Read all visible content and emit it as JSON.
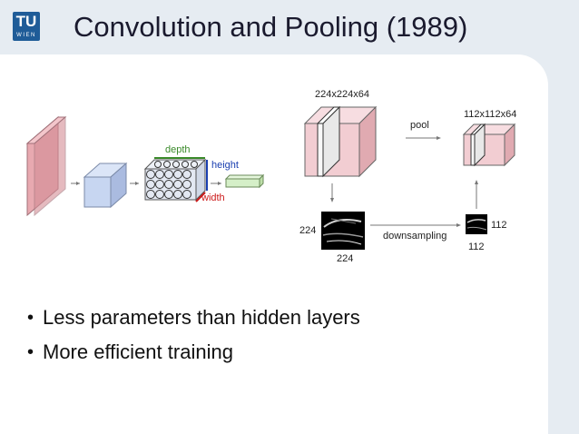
{
  "logo": {
    "top": "TU",
    "bottom": "WIEN"
  },
  "title": "Convolution and Pooling (1989)",
  "figure_left": {
    "depth_label": "depth",
    "height_label": "height",
    "width_label": "width"
  },
  "figure_right": {
    "input_size_label": "224x224x64",
    "pooled_size_label": "112x112x64",
    "pool_label": "pool",
    "downsampling_label": "downsampling",
    "input_side_label": "224",
    "input_bottom_label": "224",
    "output_side_label": "112",
    "output_bottom_label": "112"
  },
  "bullets": [
    "Less parameters than hidden layers",
    "More efficient training"
  ],
  "colors": {
    "background": "#e6ecf2",
    "slide": "#ffffff",
    "logo": "#1f5c98",
    "depth": "#3a8a2a",
    "height": "#1a3fb0",
    "width": "#cc1a1a"
  }
}
